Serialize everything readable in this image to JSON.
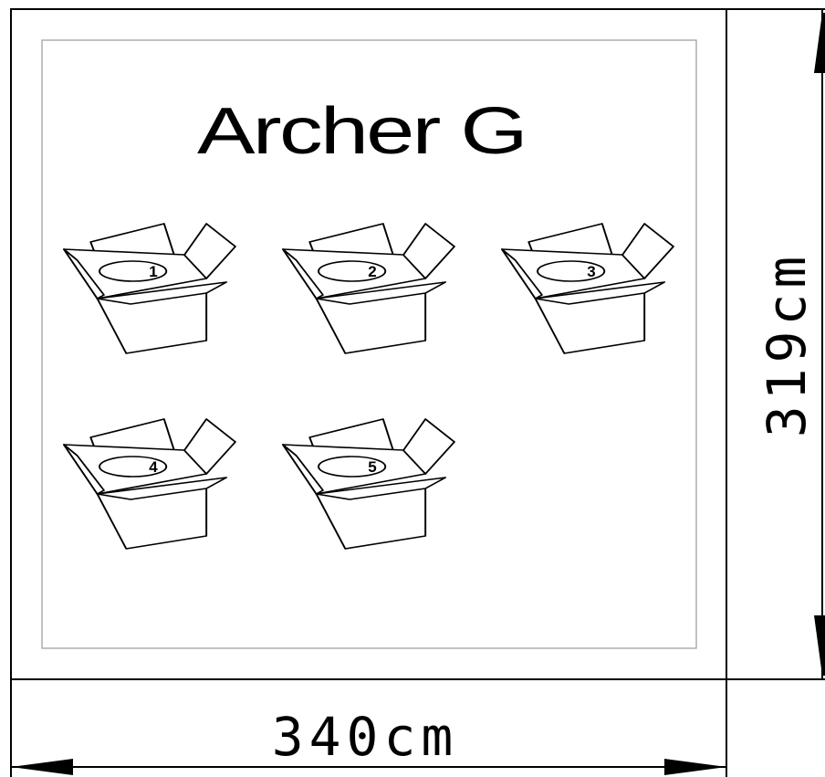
{
  "title": "Archer G",
  "dimensions": {
    "width_label": "340cm",
    "height_label": "319cm"
  },
  "boxes": [
    {
      "number": "1"
    },
    {
      "number": "2"
    },
    {
      "number": "3"
    },
    {
      "number": "4"
    },
    {
      "number": "5"
    }
  ]
}
